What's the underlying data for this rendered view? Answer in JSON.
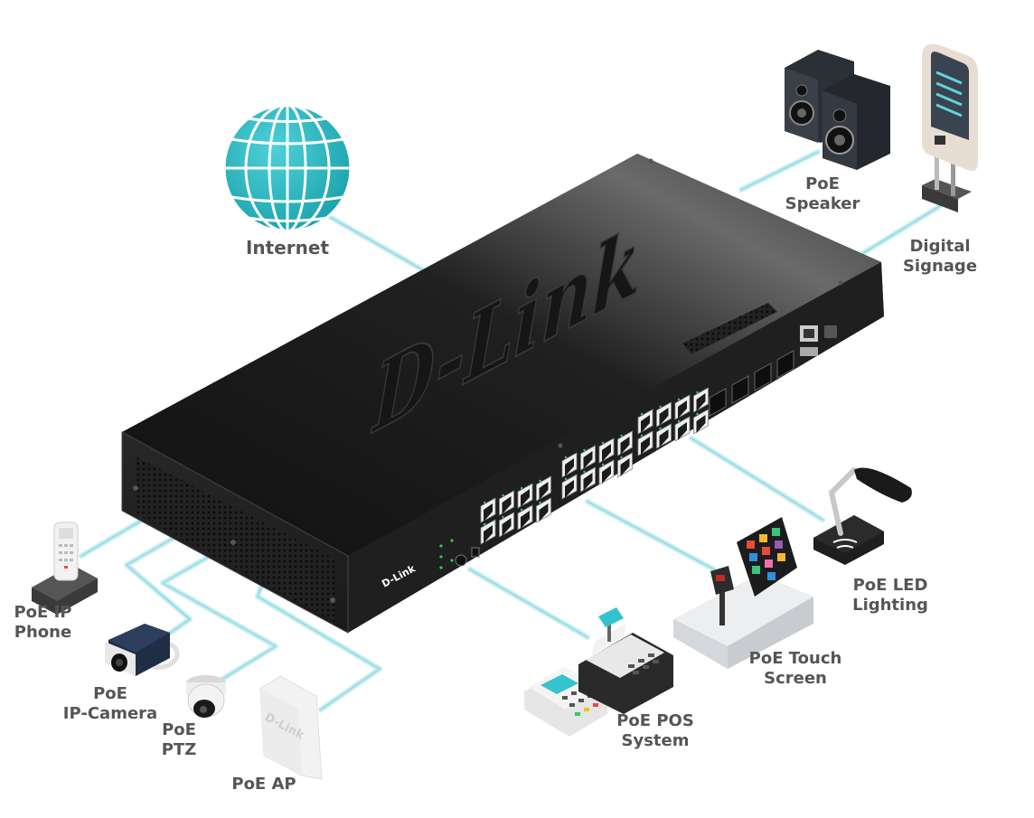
{
  "colors": {
    "cable": "#bfe9ef",
    "cable_core": "#7fd3dd",
    "globe": "#2bb5bf",
    "switch_top": "#1b1b1b",
    "switch_front": "#2a2a2a",
    "label": "#555555"
  },
  "switch": {
    "brand_top": "D-Link",
    "brand_front": "D-Link"
  },
  "labels": {
    "internet": "Internet",
    "speaker": [
      "PoE",
      "Speaker"
    ],
    "signage": [
      "Digital",
      "Signage"
    ],
    "led": [
      "PoE LED",
      "Lighting"
    ],
    "touch": [
      "PoE Touch",
      "Screen"
    ],
    "pos": [
      "PoE POS",
      "System"
    ],
    "ap": "PoE AP",
    "ptz": [
      "PoE",
      "PTZ"
    ],
    "camera": [
      "PoE",
      "IP-Camera"
    ],
    "phone": [
      "PoE IP",
      "Phone"
    ]
  },
  "ap_brand": "D-Link"
}
